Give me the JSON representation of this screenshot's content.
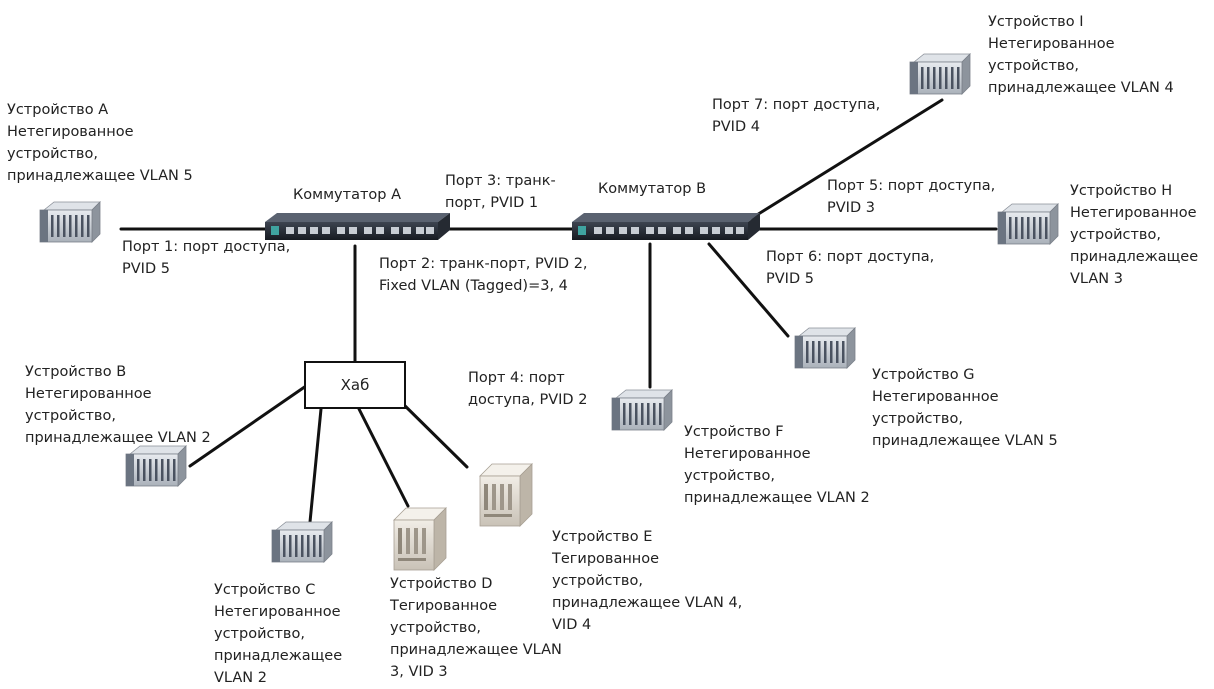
{
  "switches": {
    "a": {
      "label": "Коммутатор A"
    },
    "b": {
      "label": "Коммутатор B"
    }
  },
  "hub": {
    "label": "Хаб"
  },
  "ports": {
    "p1": "Порт 1: порт доступа,\nPVID 5",
    "p2": "Порт 2: транк-порт, PVID 2,\nFixed VLAN (Tagged)=3, 4",
    "p3": "Порт 3: транк-\nпорт, PVID 1",
    "p4": "Порт 4: порт\nдоступа, PVID 2",
    "p5": "Порт 5: порт доступа,\nPVID 3",
    "p6": "Порт 6: порт доступа,\nPVID 5",
    "p7": "Порт 7: порт доступа,\nPVID 4"
  },
  "devices": {
    "a": {
      "label": "Устройство A\nНетегированное\nустройство,\nпринадлежащее VLAN 5"
    },
    "b": {
      "label": "Устройство B\nНетегированное\nустройство,\nпринадлежащее VLAN 2"
    },
    "c": {
      "label": "Устройство C\nНетегированное\nустройство,\nпринадлежащее\nVLAN 2"
    },
    "d": {
      "label": "Устройство D\nТегированное\nустройство,\nпринадлежащее VLAN\n3, VID 3"
    },
    "e": {
      "label": "Устройство E\nТегированное\nустройство,\nпринадлежащее VLAN 4,\nVID 4"
    },
    "f": {
      "label": "Устройство F\nНетегированное\nустройство,\nпринадлежащее VLAN 2"
    },
    "g": {
      "label": "Устройство G\nНетегированное\nустройство,\nпринадлежащее VLAN 5"
    },
    "h": {
      "label": "Устройство H\nНетегированное\nустройство,\nпринадлежащее\nVLAN 3"
    },
    "i": {
      "label": "Устройство I\nНетегированное\nустройство,\nпринадлежащее VLAN 4"
    }
  }
}
